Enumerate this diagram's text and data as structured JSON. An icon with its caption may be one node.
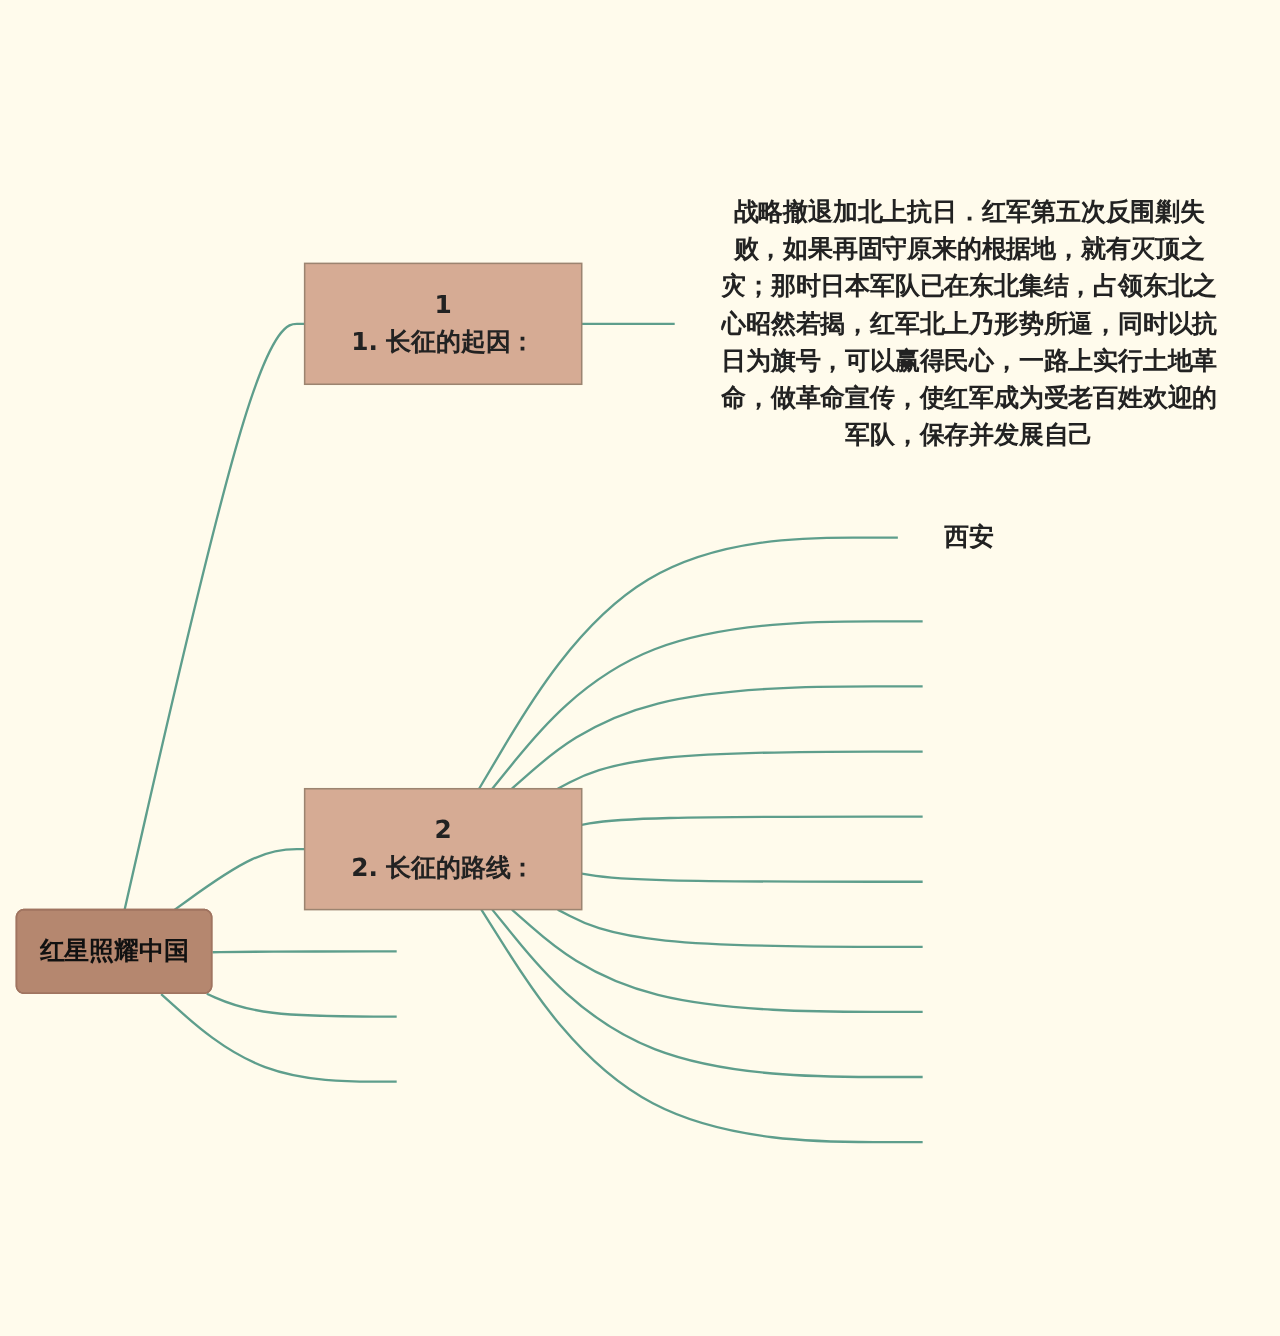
{
  "diagram": {
    "nodes": [
      {
        "text": [
          "红星照耀中国"
        ]
      },
      {
        "text": [
          "1",
          "1. 长征的起因："
        ]
      },
      {
        "text": [
          "战略撤退加北上抗日．红军第五次反围剿失败，如果再固守原来的根据地，就有灭顶之灾；那时日本军队已在东北集结，占领东北之心昭然若揭，红军北上乃形势所逼，同时以抗日为旗号，可以赢得民心，一路上实行土地革命，做革命宣传，使红军成为受老百姓欢迎的军队，保存并发展自己"
        ]
      },
      {
        "text": [
          "2",
          "2. 长征的路线："
        ]
      },
      {
        "text": [
          "西安"
        ]
      }
    ],
    "edges": [
      {
        "from": 0,
        "to": 1,
        "arrow": "none"
      },
      {
        "from": 1,
        "to": 2,
        "arrow": "none"
      },
      {
        "from": 0,
        "to": 3,
        "arrow": "none"
      },
      {
        "from": 3,
        "to": 4,
        "arrow": "none"
      },
      {
        "from": 3,
        "to": null,
        "arrow": "none"
      },
      {
        "from": 3,
        "to": null,
        "arrow": "none"
      },
      {
        "from": 3,
        "to": null,
        "arrow": "none"
      },
      {
        "from": 3,
        "to": null,
        "arrow": "none"
      },
      {
        "from": 3,
        "to": null,
        "arrow": "none"
      },
      {
        "from": 3,
        "to": null,
        "arrow": "none"
      },
      {
        "from": 3,
        "to": null,
        "arrow": "none"
      },
      {
        "from": 3,
        "to": null,
        "arrow": "none"
      },
      {
        "from": 3,
        "to": null,
        "arrow": "none"
      },
      {
        "from": 0,
        "to": null,
        "arrow": "none"
      },
      {
        "from": 0,
        "to": null,
        "arrow": "none"
      },
      {
        "from": 0,
        "to": null,
        "arrow": "none"
      }
    ]
  }
}
